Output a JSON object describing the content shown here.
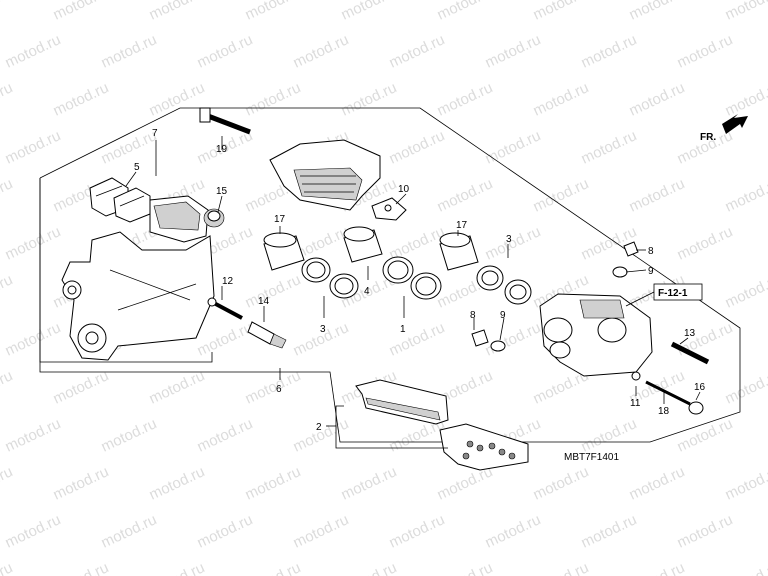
{
  "watermark": "motod.ru",
  "direction_label": "FR.",
  "reference_label": "F-12-1",
  "diagram_code": "MBT7F1401",
  "callouts": {
    "c1": "1",
    "c2": "2",
    "c3a": "3",
    "c3b": "3",
    "c4": "4",
    "c5": "5",
    "c6": "6",
    "c7": "7",
    "c8a": "8",
    "c8b": "8",
    "c9a": "9",
    "c9b": "9",
    "c10": "10",
    "c11": "11",
    "c12": "12",
    "c13": "13",
    "c14": "14",
    "c15": "15",
    "c16": "16",
    "c17a": "17",
    "c17b": "17",
    "c18": "18",
    "c19": "19"
  }
}
